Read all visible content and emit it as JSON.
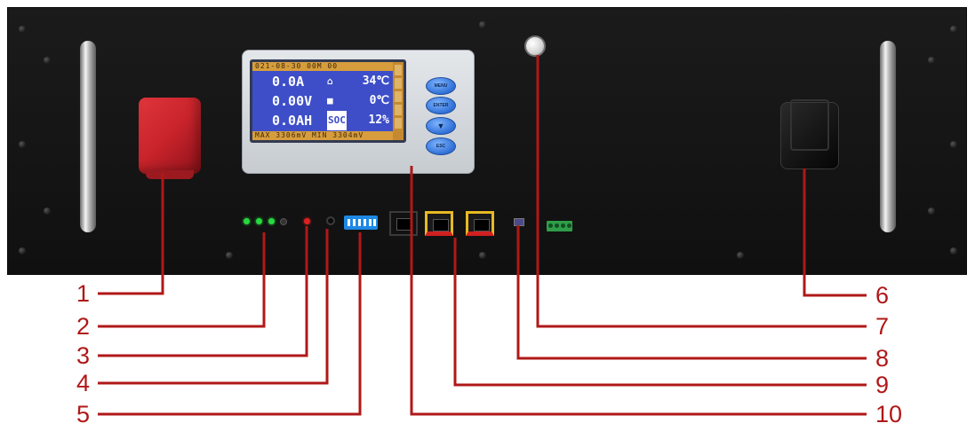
{
  "lcd": {
    "header": "021-08-30   00M  00",
    "row1": {
      "value": "0.0A",
      "icon": "⌂",
      "right": "34℃"
    },
    "row2": {
      "value": "0.00V",
      "icon": "■",
      "right": "0℃"
    },
    "row3": {
      "value": "0.0AH",
      "icon": "SOC",
      "right": "12%"
    },
    "footer": "MAX 3306mV MIN 3304mV"
  },
  "buttons": {
    "menu": "MENU",
    "enter": "ENTER",
    "down": "▼",
    "esc": "ESC"
  },
  "callouts": {
    "label1": "1",
    "label2": "2",
    "label3": "3",
    "label4": "4",
    "label5": "5",
    "label6": "6",
    "label7": "7",
    "label8": "8",
    "label9": "9",
    "label10": "10"
  },
  "colors": {
    "callout_line": "#b01818",
    "panel": "#151515",
    "lcd": "#3d4ec8",
    "positive_terminal": "#d2262e"
  }
}
